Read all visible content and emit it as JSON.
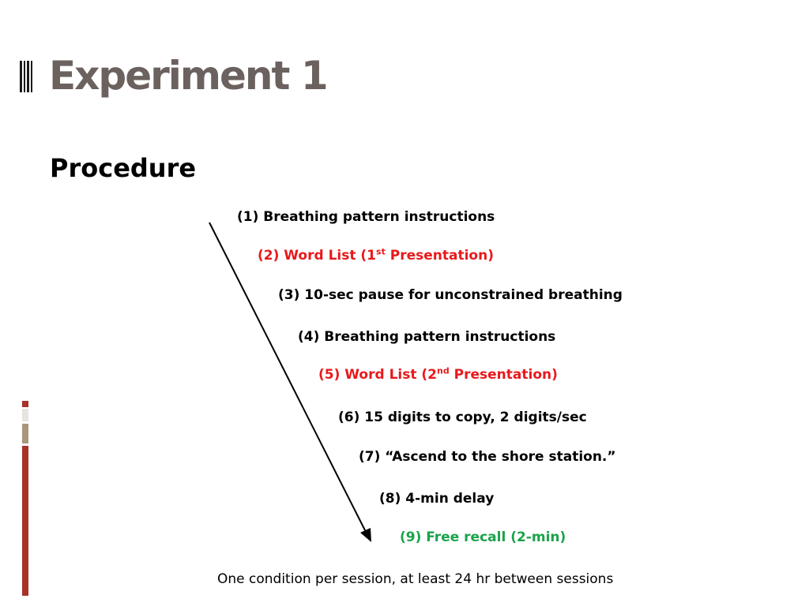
{
  "slide": {
    "title": "Experiment 1",
    "subtitle": "Procedure",
    "steps": [
      {
        "text": "(1) Breathing pattern instructions",
        "color": "#000000"
      },
      {
        "pre": "(2) Word List (1",
        "sup": "st",
        "post": " Presentation)",
        "color": "#e8191c"
      },
      {
        "text": "(3) 10-sec pause for unconstrained breathing",
        "color": "#000000"
      },
      {
        "text": "(4) Breathing pattern instructions",
        "color": "#000000"
      },
      {
        "pre": "(5) Word List (2",
        "sup": "nd",
        "post": " Presentation)",
        "color": "#e8191c"
      },
      {
        "text": "(6) 15 digits to copy, 2 digits/sec",
        "color": "#000000"
      },
      {
        "text": "(7) “Ascend to the shore station.”",
        "color": "#000000"
      },
      {
        "text": "(8) 4-min delay",
        "color": "#000000"
      },
      {
        "text": "(9) Free recall (2-min)",
        "color": "#1aa34a"
      }
    ],
    "footnote": "One condition per session, at least 24 hr between sessions"
  },
  "colors": {
    "title": "#6b615e",
    "accent_red": "#a6322a",
    "accent_tan": "#a8977a",
    "accent_light": "#e8e4de",
    "step_red": "#e8191c",
    "step_green": "#1aa34a"
  },
  "icons": {
    "title_marker": "vertical-bars-icon",
    "flow_arrow": "diagonal-arrow-icon"
  }
}
